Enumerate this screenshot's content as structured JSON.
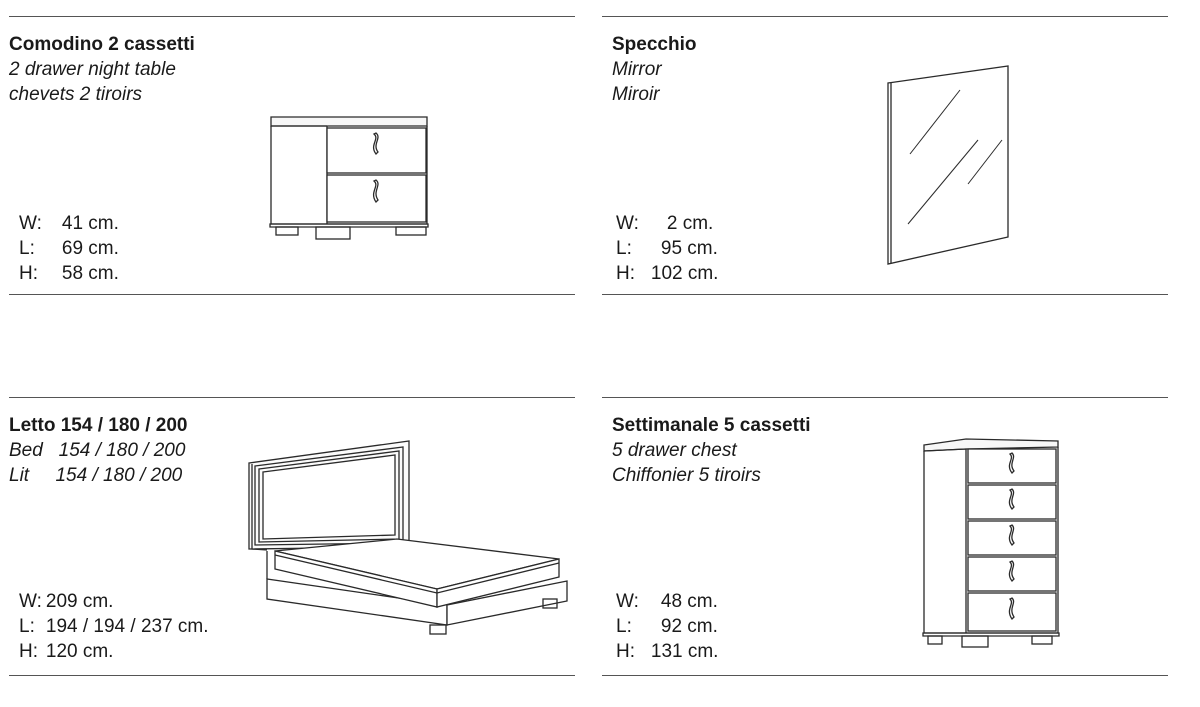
{
  "products": [
    {
      "title": "Comodino 2 cassetti",
      "sub1": "2 drawer night table",
      "sub2": "chevets 2 tiroirs",
      "dims": [
        {
          "key": "W:",
          "value": "41 cm."
        },
        {
          "key": "L:",
          "value": "69 cm."
        },
        {
          "key": "H:",
          "value": "58 cm."
        }
      ],
      "icon": "night-table-drawing"
    },
    {
      "title": "Specchio",
      "sub1": "Mirror",
      "sub2": "Miroir",
      "dims": [
        {
          "key": "W:",
          "value": "2 cm."
        },
        {
          "key": "L:",
          "value": "95 cm."
        },
        {
          "key": "H:",
          "value": "102 cm."
        }
      ],
      "icon": "mirror-drawing"
    },
    {
      "title": "Letto 154 / 180 / 200",
      "sub1": "Bed   154 / 180 / 200",
      "sub2": "Lit     154 / 180 / 200",
      "dims": [
        {
          "key": "W:",
          "value": "209 cm."
        },
        {
          "key": "L:",
          "value": "194 / 194 / 237 cm."
        },
        {
          "key": "H:",
          "value": "120 cm."
        }
      ],
      "icon": "bed-drawing"
    },
    {
      "title": "Settimanale 5 cassetti",
      "sub1": "5 drawer chest",
      "sub2": "Chiffonier 5 tiroirs",
      "dims": [
        {
          "key": "W:",
          "value": "48 cm."
        },
        {
          "key": "L:",
          "value": "92 cm."
        },
        {
          "key": "H:",
          "value": "131 cm."
        }
      ],
      "icon": "chest-drawing"
    }
  ]
}
